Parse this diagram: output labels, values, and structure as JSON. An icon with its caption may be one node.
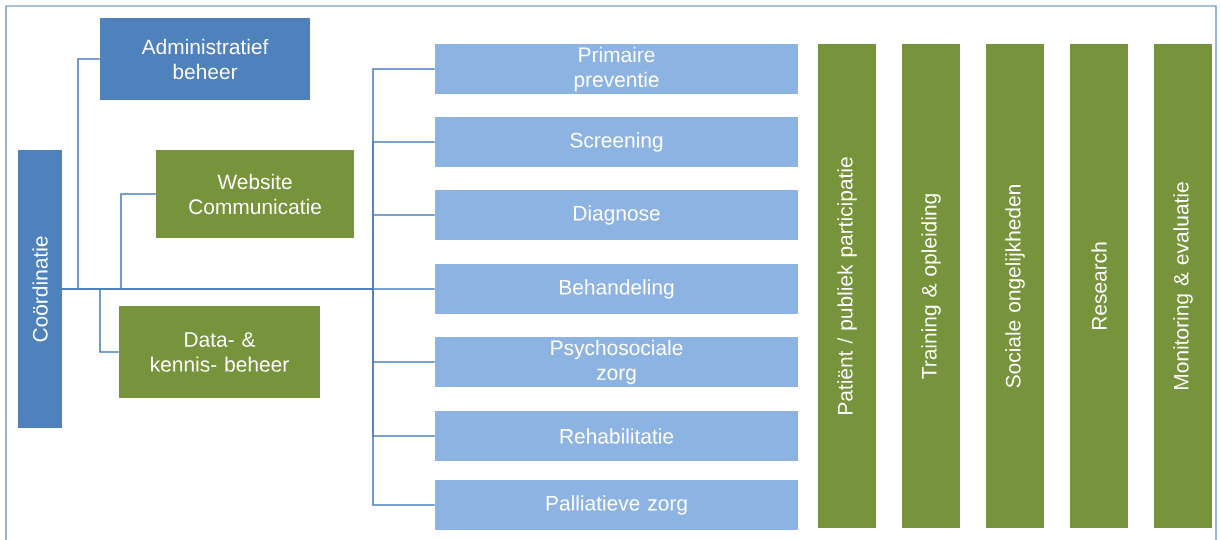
{
  "diagram": {
    "nodes": [
      {
        "text": [
          "Coördinatie"
        ]
      },
      {
        "text": [
          "Administratief beheer"
        ]
      },
      {
        "text": [
          "Website Communicatie"
        ]
      },
      {
        "text": [
          "Data- & kennis- beheer"
        ]
      },
      {
        "text": [
          "Primaire preventie"
        ]
      },
      {
        "text": [
          "Screening"
        ]
      },
      {
        "text": [
          "Diagnose"
        ]
      },
      {
        "text": [
          "Behandeling"
        ]
      },
      {
        "text": [
          "Psychosociale zorg"
        ]
      },
      {
        "text": [
          "Rehabilitatie"
        ]
      },
      {
        "text": [
          "Palliatieve zorg"
        ]
      },
      {
        "text": [
          "Patiënt / publiek participatie"
        ]
      },
      {
        "text": [
          "Training & opleiding"
        ]
      },
      {
        "text": [
          "Sociale ongelijkheden"
        ]
      },
      {
        "text": [
          "Research"
        ]
      },
      {
        "text": [
          "Monitoring & evaluatie"
        ]
      }
    ],
    "edges": [
      {
        "from": 0,
        "to": 1,
        "arrow": "none"
      },
      {
        "from": 0,
        "to": 2,
        "arrow": "none"
      },
      {
        "from": 0,
        "to": 3,
        "arrow": "none"
      },
      {
        "from": 0,
        "to": 4,
        "arrow": "none"
      },
      {
        "from": 0,
        "to": 5,
        "arrow": "none"
      },
      {
        "from": 0,
        "to": 6,
        "arrow": "none"
      },
      {
        "from": 0,
        "to": 7,
        "arrow": "none"
      },
      {
        "from": 0,
        "to": 8,
        "arrow": "none"
      },
      {
        "from": 0,
        "to": 9,
        "arrow": "none"
      },
      {
        "from": 0,
        "to": 10,
        "arrow": "none"
      }
    ]
  }
}
